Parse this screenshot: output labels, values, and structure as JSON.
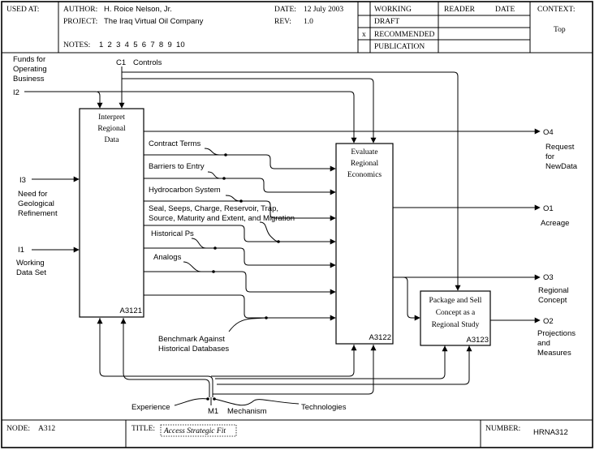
{
  "header": {
    "used_at_label": "USED AT:",
    "author_label": "AUTHOR:",
    "author_value": "H. Roice Nelson, Jr.",
    "project_label": "PROJECT:",
    "project_value": "The Iraq Virtual Oil Company",
    "notes_label": "NOTES:",
    "notes_numbers": "1  2  3  4  5  6  7  8  9  10",
    "date_label": "DATE:",
    "date_value": "12 July 2003",
    "rev_label": "REV:",
    "rev_value": "1.0",
    "status": {
      "working": "WORKING",
      "draft": "DRAFT",
      "recommended": "RECOMMENDED",
      "recommended_mark": "x",
      "publication": "PUBLICATION"
    },
    "reader_label": "READER",
    "reader_date_label": "DATE",
    "context_label": "CONTEXT:",
    "context_value": "Top"
  },
  "diagram": {
    "activities": [
      {
        "lines": [
          "Interpret",
          "Regional",
          "Data"
        ],
        "number": "A3121"
      },
      {
        "lines": [
          "Evaluate",
          "Regional",
          "Economics"
        ],
        "number": "A3122"
      },
      {
        "lines": [
          "Package and Sell",
          "Concept as a",
          "Regional Study"
        ],
        "number": "A3123"
      }
    ],
    "inputs": {
      "funds": [
        "Funds for",
        "Operating",
        "Business"
      ],
      "i2": "I2",
      "i3": "I3",
      "i3_desc": [
        "Need for",
        "Geological",
        "Refinement"
      ],
      "i1": "I1",
      "i1_desc": [
        "Working",
        "Data Set"
      ]
    },
    "control": {
      "code": "C1",
      "label": "Controls"
    },
    "outputs": {
      "o4": "O4",
      "o4_desc": [
        "Request",
        "for",
        "NewData"
      ],
      "o1": "O1",
      "o1_desc": [
        "Acreage"
      ],
      "o3": "O3",
      "o3_desc": [
        "Regional",
        "Concept"
      ],
      "o2": "O2",
      "o2_desc": [
        "Projections",
        "and",
        "Measures"
      ]
    },
    "internal_arrows": {
      "contract_terms": "Contract Terms",
      "barriers": "Barriers to Entry",
      "hydrocarbon": "Hydrocarbon System",
      "seal": [
        "Seal, Seeps, Charge, Reservoir, Trap,",
        "Source, Maturity and Extent, and Migration"
      ],
      "historical_ps": "Historical Ps",
      "analogs": "Analogs",
      "benchmark": [
        "Benchmark Against",
        "Historical Databases"
      ]
    },
    "mechanisms": {
      "experience": "Experience",
      "m1": "M1",
      "mechanism": "Mechanism",
      "technologies": "Technologies"
    }
  },
  "footer": {
    "node_label": "NODE:",
    "node_value": "A312",
    "title_label": "TITLE:",
    "title_value": "Access Strategic Fit",
    "number_label": "NUMBER:",
    "number_value": "HRNA312"
  }
}
